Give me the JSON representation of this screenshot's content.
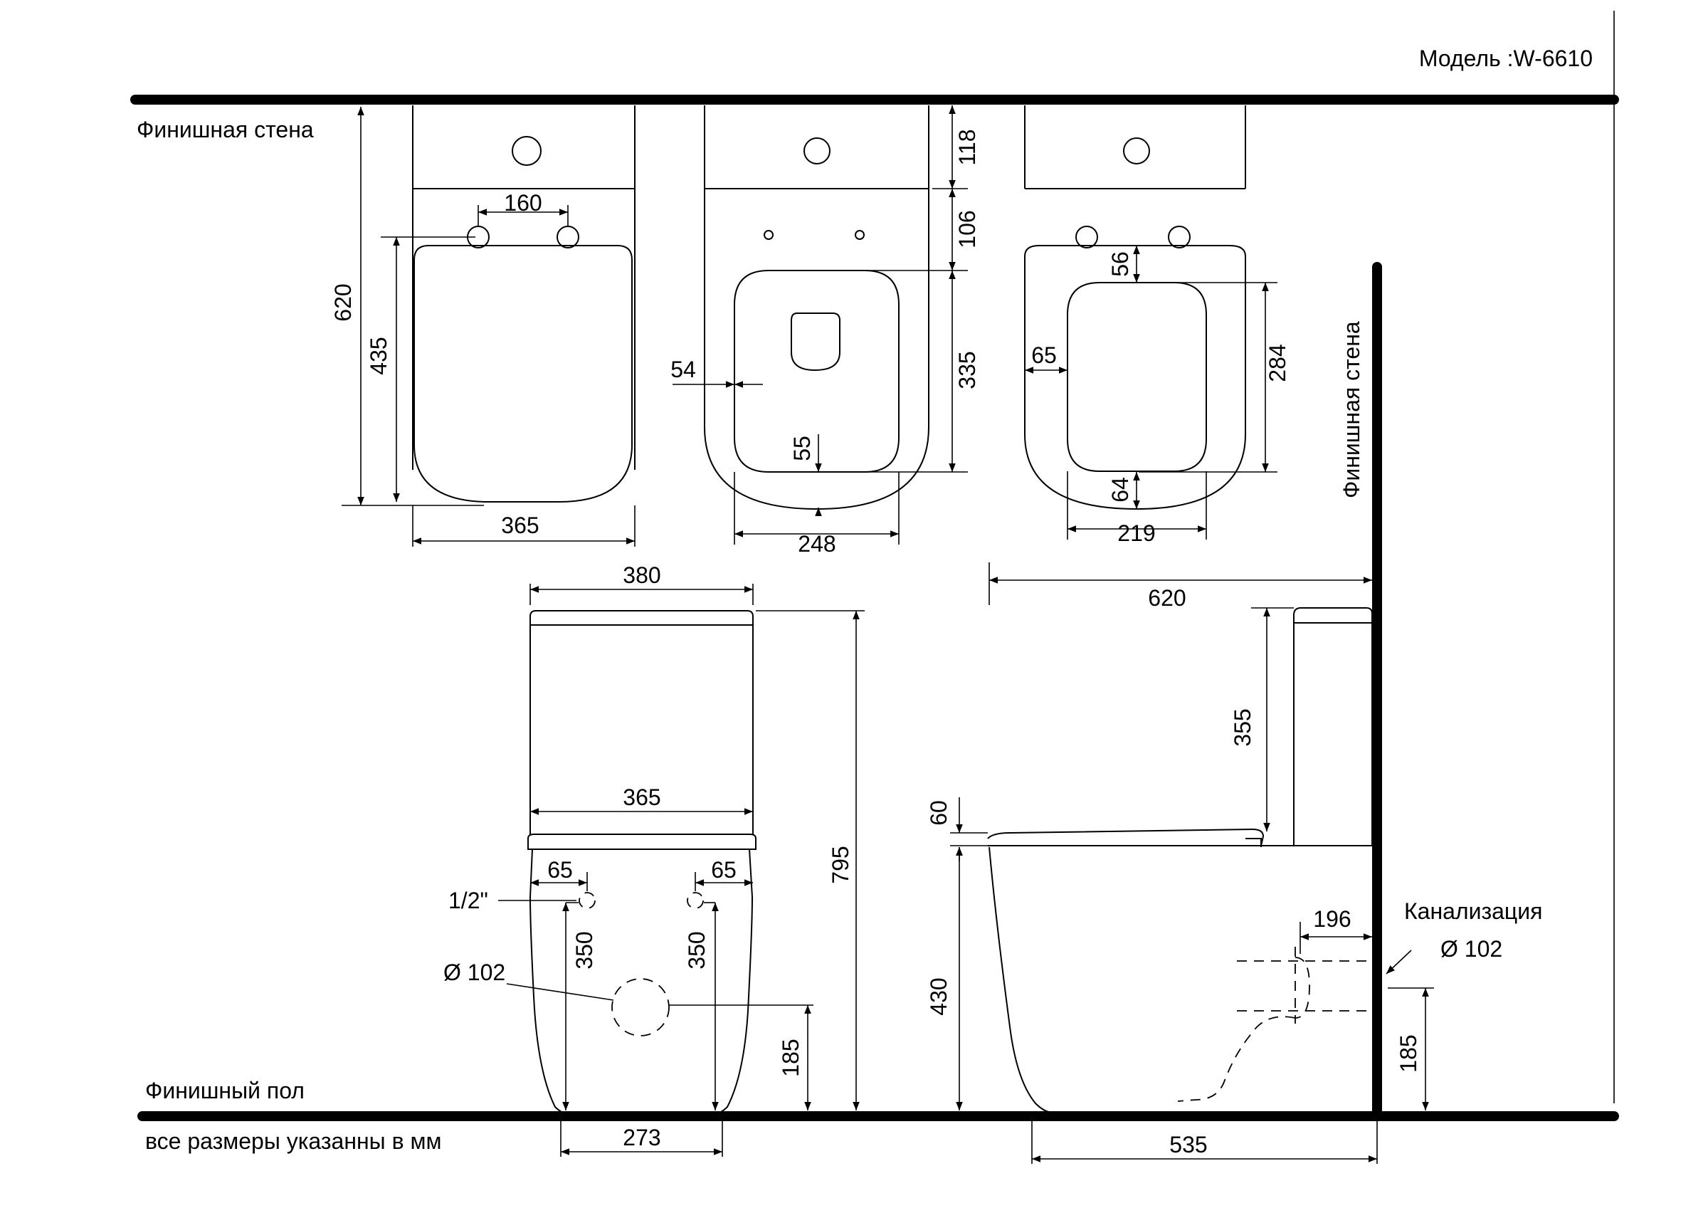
{
  "model": "Модель :W-6610",
  "labels": {
    "finish_wall": "Финишная стена",
    "finish_wall_vertical": "Финишная стена",
    "finish_floor": "Финишный пол",
    "all_dims_note": "все размеры указанны в мм",
    "sewer": "Канализация",
    "diameter_side": "Ø 102",
    "diameter_front": "Ø 102",
    "half_inch": "1/2\""
  },
  "dims": {
    "top1": {
      "width": "365",
      "depth": "620",
      "seat": "435",
      "holes": "160"
    },
    "top2": {
      "d118": "118",
      "d106": "106",
      "d335": "335",
      "d54": "54",
      "d55": "55",
      "d248": "248"
    },
    "top3": {
      "d56": "56",
      "d284": "284",
      "d65": "65",
      "d64": "64",
      "d219": "219"
    },
    "front": {
      "w380": "380",
      "w365": "365",
      "h795": "795",
      "l65": "65",
      "r65": "65",
      "h350l": "350",
      "h350r": "350",
      "h185": "185",
      "w273": "273"
    },
    "side": {
      "d620": "620",
      "h355": "355",
      "h60": "60",
      "h430": "430",
      "d196": "196",
      "h185": "185",
      "d535": "535"
    }
  }
}
